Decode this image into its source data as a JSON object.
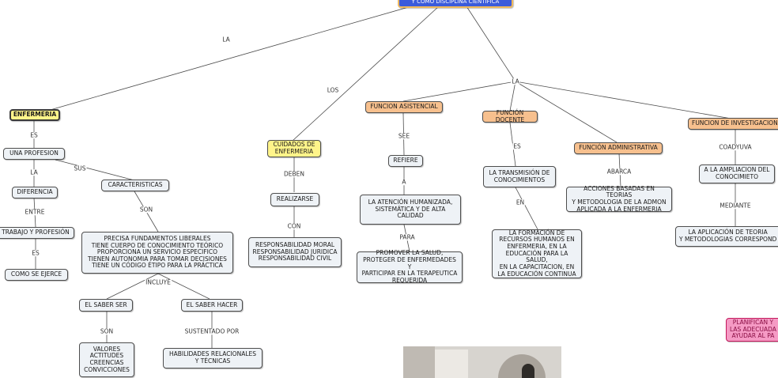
{
  "colors": {
    "root": "#3b5bdb",
    "yellow": "#fff48a",
    "orange": "#f7c08e",
    "gray": "#eef2f6",
    "pink": "#f59ac4",
    "line": "#4d4d4d"
  },
  "nodes": {
    "root": "Y COMO DISCIPLINA CIENTÍFICA",
    "enfermeria": "ENFERMERIA",
    "una_profesion": "UNA PROFESION",
    "diferencia": "DIFERENCIA",
    "trabajo_profesion": "TRABAJO Y PROFESIÓN",
    "como_se_ejerce": "COMO SE EJERCE",
    "caracteristicas": "CARACTERISTICAS",
    "precisa": "PRECISA FUNDAMENTOS LIBERALES\nTIENE CUERPO DE CONOCIMIENTO TEÓRICO\nPROPORCIONA UN SERVICIO ESPECIFICO\nTIENEN AUTONOMIA PARA TOMAR DECISIONES\nTIENE UN CÓDIGO ÉTIPO PARA LA PRÁCTICA",
    "saber_ser": "EL SABER SER",
    "saber_hacer": "EL SABER HACER",
    "valores": "VALORES\nACTITUDES\nCREENCIAS\nCONVICCIONES",
    "habilidades": "HABILIDADES RELACIONALES\nY TÉCNICAS",
    "cuidados": "CUIDADOS DE\nENFERMERIA",
    "realizarse": "REALIZARSE",
    "responsabilidad": "RESPONSABILIDAD MORAL\nRESPONSABILIDAD JURIDICA\nRESPONSABILIDAD CIVIL",
    "funcion_asistencial": "FUNCION ASISTENCIAL",
    "refiere": "REFIERE",
    "atencion": "LA ATENCIÓN HUMANIZADA,\nSISTEMÁTICA Y DE ALTA\nCALIDAD",
    "promover": "PROMOVER LA SALUD,\nPROTEGER DE ENFERMEDADES Y\nPARTICIPAR EN LA TERAPEUTICA\nREQUERIDA",
    "funcion_docente": "FUNCIÓN DOCENTE",
    "transmision": "LA TRANSMISIÓN DE\nCONOCIMIENTOS",
    "formacion": "LA FORMACIÓN DE\nRECURSOS HUMANOS EN\nENFERMERIA, EN LA\nEDUCACIÓN PARA LA SALUD,\nEN LA CAPACITACION, EN\nLA EDUCACIÓN CONTINUA",
    "funcion_administrativa": "FUNCIÓN ADMINISTRATIVA",
    "acciones": "ACCIONES BASADAS EN TEORIAS\nY METODOLOGIA DE LA ADMON\nAPLICADA A LA ENFERMERIA",
    "funcion_investigacion": "FUNCION DE INVESTIGACION",
    "ampliacion": "A LA AMPLIACION DEL\nCONOCIMIETO",
    "aplicacion": "LA APLICACIÓN DE TEORIA\nY METODOLOGIAS CORRESPOND",
    "planifican": "PLANIFICAN Y\nLAS ADECUADA\nAYUDAR AL PA"
  },
  "links": {
    "la_top": "LA",
    "los": "LOS",
    "la_right": "LA",
    "es1": "ES",
    "la2": "LA",
    "sus": "SUS",
    "entre": "ENTRE",
    "es2": "ES",
    "son1": "SON",
    "incluye": "INCLUYE",
    "son2": "SON",
    "sustentado": "SUSTENTADO POR",
    "deben": "DEBEN",
    "con": "CON",
    "see": "SEE",
    "a": "A",
    "para": "PARA",
    "es3": "ES",
    "en": "EN",
    "abarca": "ABARCA",
    "coadyuva": "COADYUVA",
    "mediante": "MEDIANTE"
  }
}
